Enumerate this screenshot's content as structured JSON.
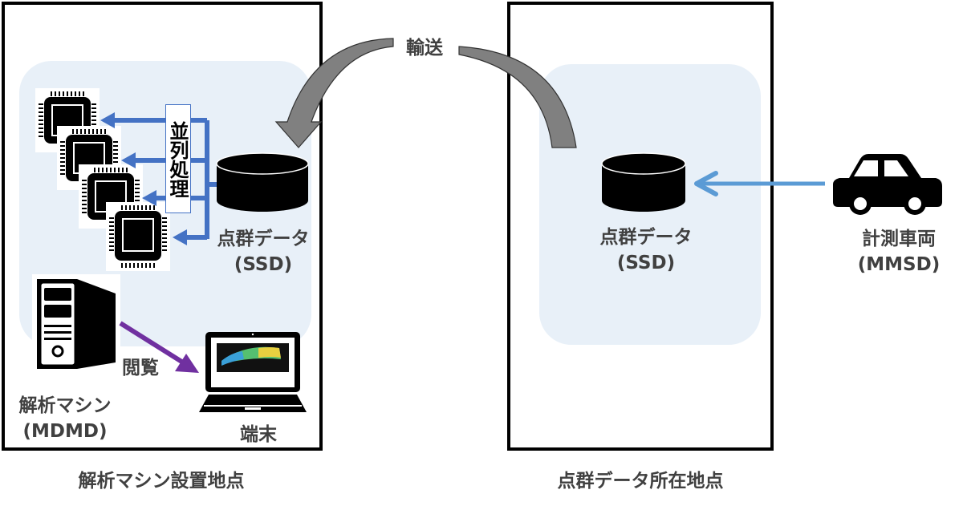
{
  "sites": [
    {
      "caption": "解析マシン設置地点",
      "items": {
        "parallel_processing": "並列処理",
        "ssd_label_line1": "点群データ",
        "ssd_label_line2": "(SSD)",
        "view_label": "閲覧",
        "machine_label_line1": "解析マシン",
        "machine_label_line2": "(MDMD)",
        "terminal_label": "端末"
      }
    },
    {
      "caption": "点群データ所在地点",
      "items": {
        "ssd_label_line1": "点群データ",
        "ssd_label_line2": "(SSD)"
      }
    }
  ],
  "transport_label": "輸送",
  "vehicle": {
    "label_line1": "計測車両",
    "label_line2": "(MMSD)"
  },
  "colors": {
    "zone_fill": "#e8f0f8",
    "parallel_arrow": "#4472c4",
    "vehicle_arrow": "#5b9bd5",
    "view_arrow": "#7030a0",
    "transport_arrow": "#808080"
  }
}
